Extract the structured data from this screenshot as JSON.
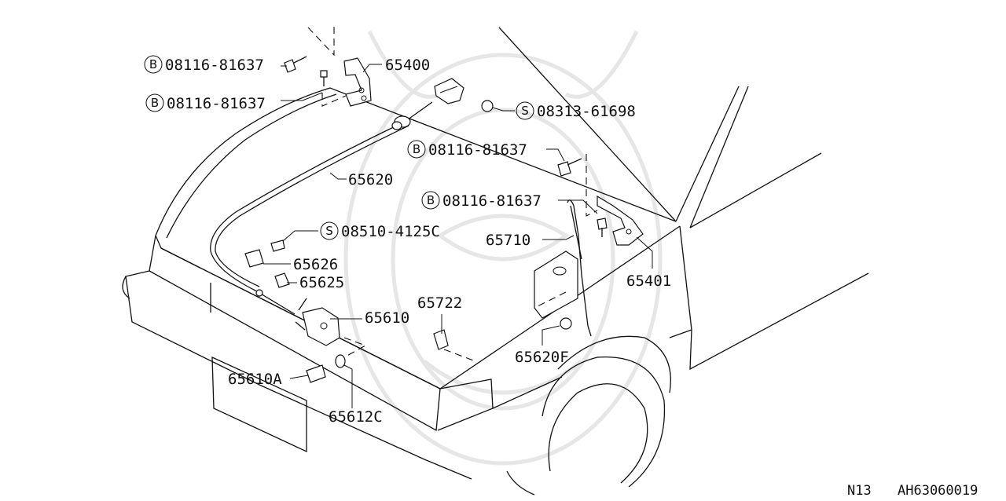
{
  "labels": {
    "p65400": "65400",
    "b1": "08116-81637",
    "b2": "08116-81637",
    "s1": "08313-61698",
    "b3": "08116-81637",
    "b4": "08116-81637",
    "p65620": "65620",
    "s2": "08510-4125C",
    "p65710": "65710",
    "p65626": "65626",
    "p65625": "65625",
    "p65401": "65401",
    "p65722": "65722",
    "p65610": "65610",
    "p65620F": "65620F",
    "p65610A": "65610A",
    "p65612C": "65612C"
  },
  "badges": {
    "bolt": "B",
    "screw": "S"
  },
  "footer": {
    "section": "N13",
    "diagram_code": "AH63060019"
  }
}
